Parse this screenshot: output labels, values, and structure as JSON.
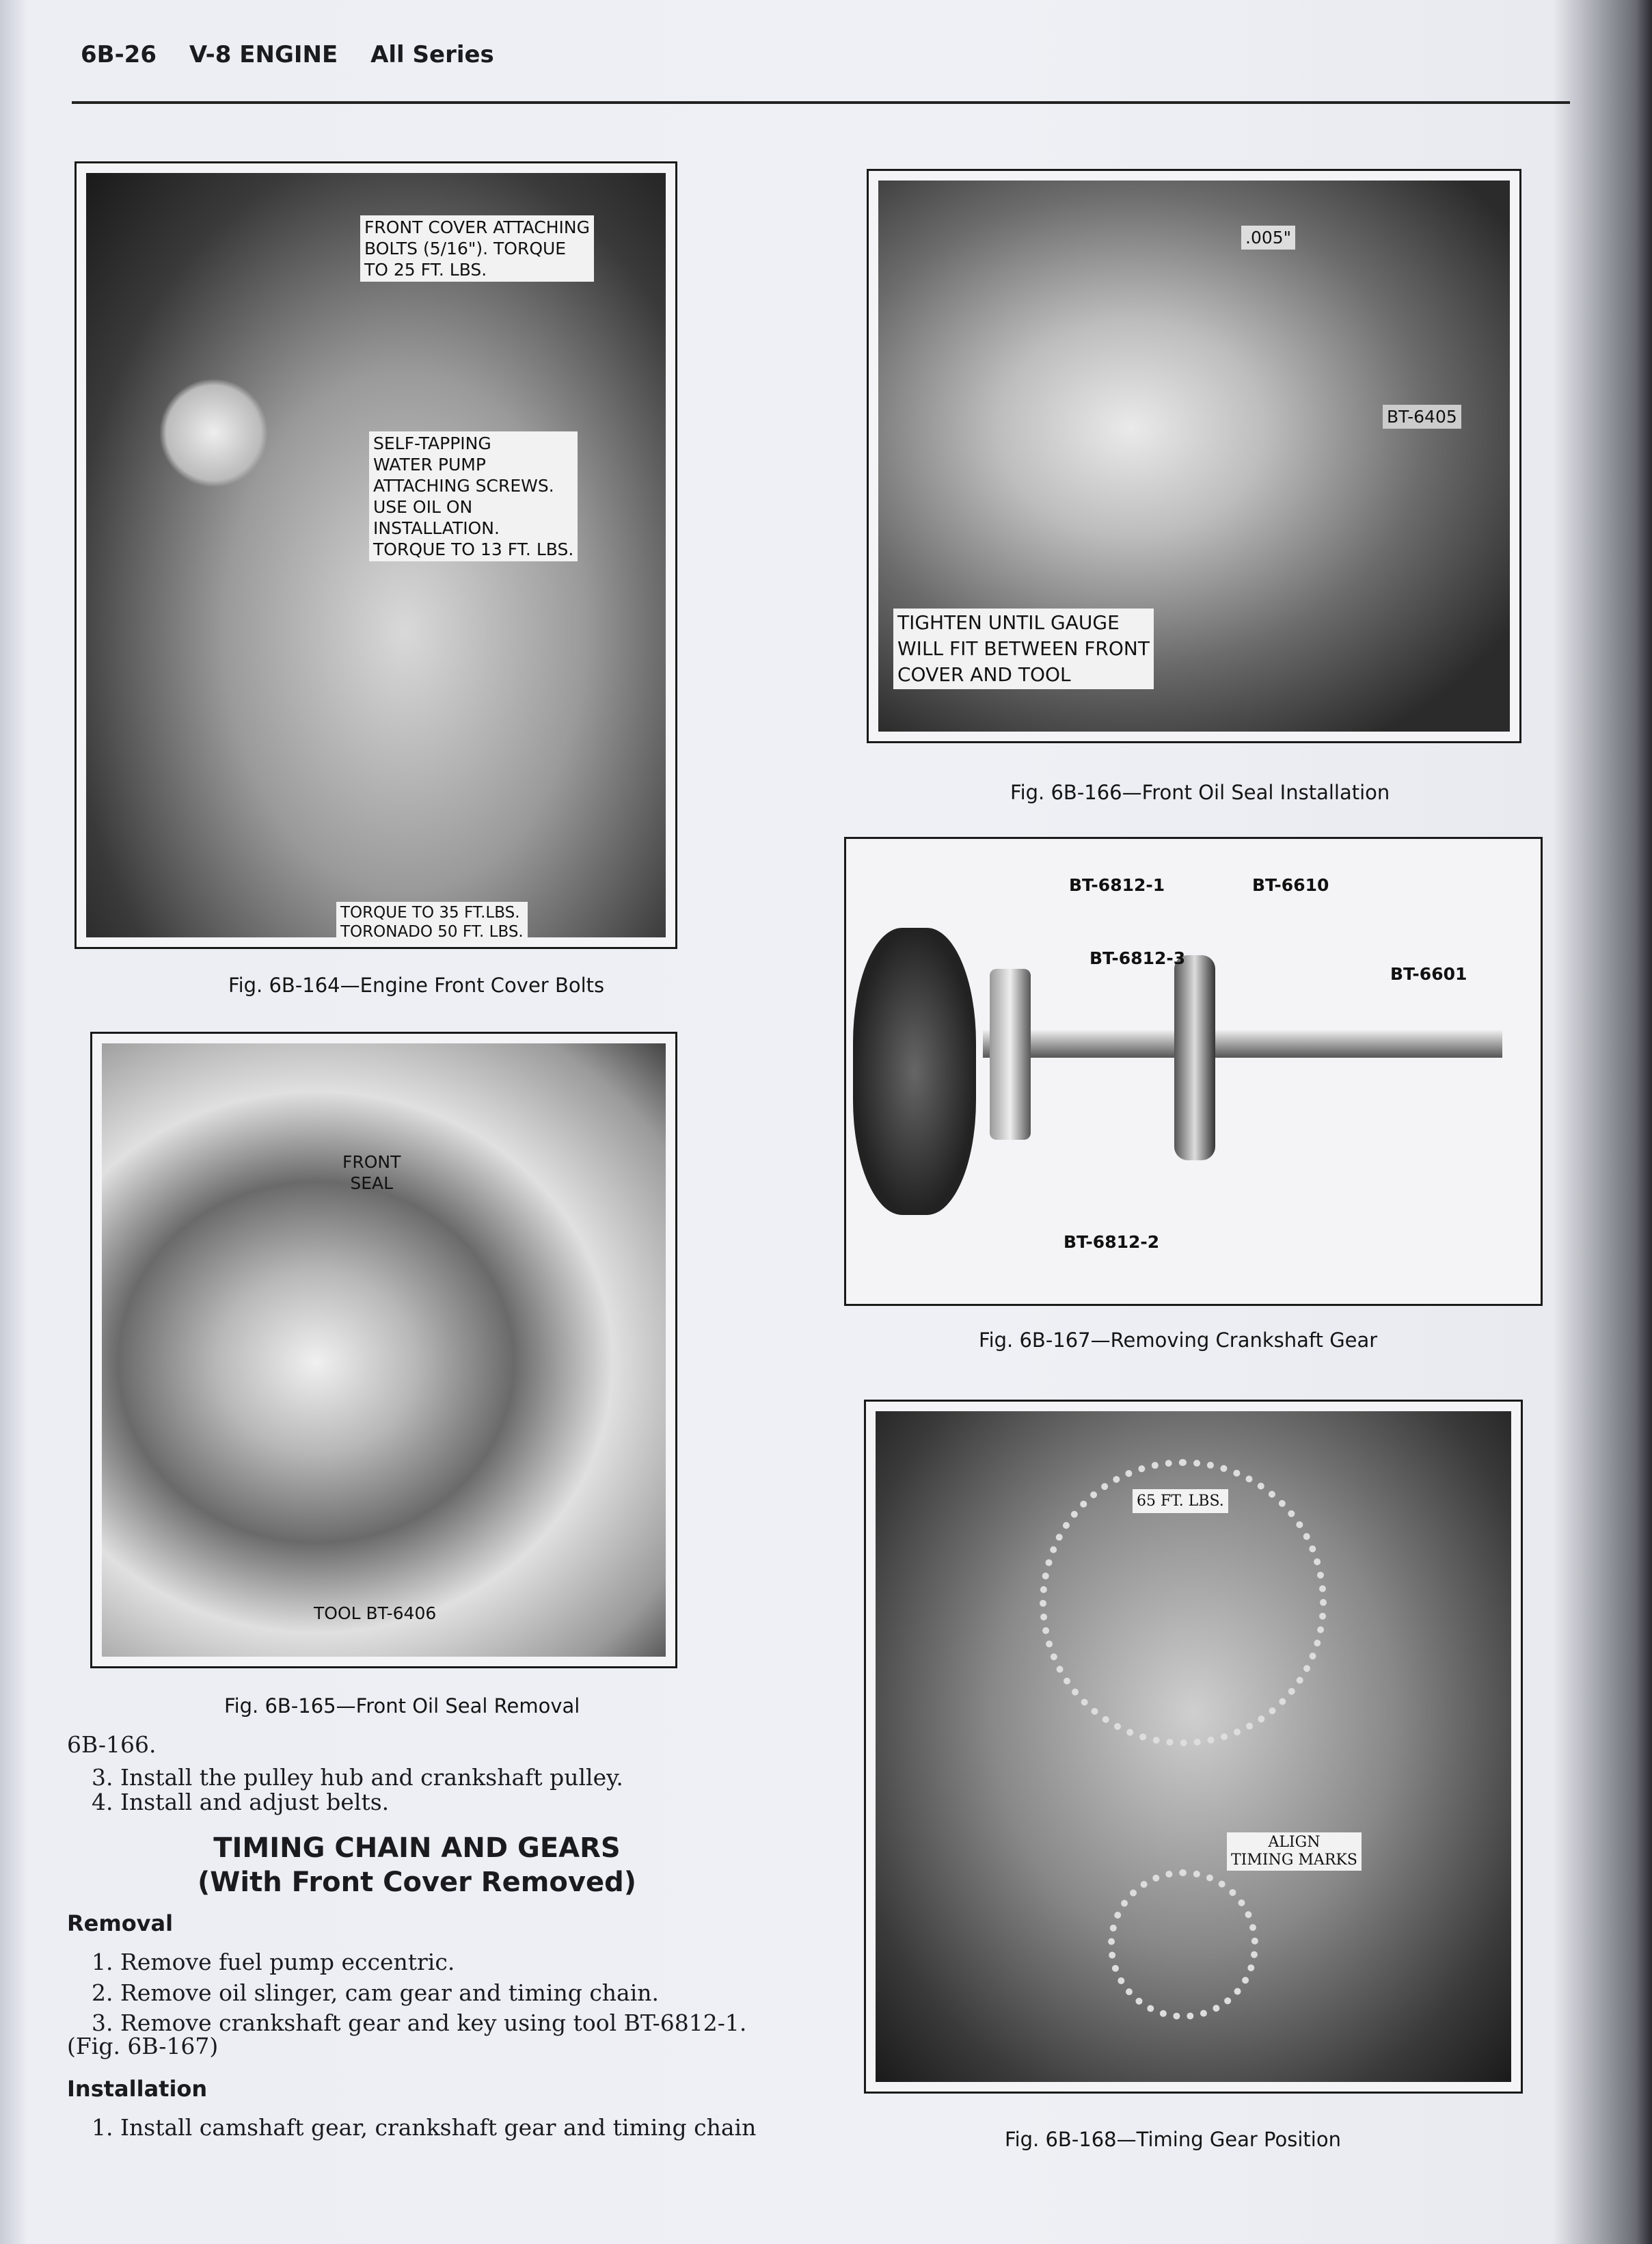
{
  "header": {
    "page_number": "6B-26",
    "section": "V-8 ENGINE",
    "series": "All Series"
  },
  "figures": {
    "fig164": {
      "caption": "Fig. 6B-164—Engine Front Cover Bolts",
      "callouts": [
        "FRONT COVER ATTACHING\nBOLTS (5/16\"). TORQUE\nTO 25 FT. LBS.",
        "SELF-TAPPING\nWATER PUMP\nATTACHING SCREWS.\nUSE OIL ON\nINSTALLATION.\nTORQUE TO 13 FT. LBS.",
        "TORQUE TO 35 FT.LBS.\nTORONADO 50 FT. LBS."
      ]
    },
    "fig165": {
      "caption": "Fig. 6B-165—Front Oil Seal Removal",
      "callouts": [
        "FRONT\nSEAL",
        "TOOL BT-6406"
      ]
    },
    "fig166": {
      "caption": "Fig. 6B-166—Front Oil Seal Installation",
      "callouts": [
        ".005\"",
        "BT-6405",
        "TIGHTEN UNTIL GAUGE\nWILL FIT BETWEEN FRONT\nCOVER AND TOOL"
      ]
    },
    "fig167": {
      "caption": "Fig. 6B-167—Removing Crankshaft Gear",
      "callouts": [
        "BT-6812-1",
        "BT-6610",
        "BT-6812-3",
        "BT-6601",
        "BT-6812-2"
      ]
    },
    "fig168": {
      "caption": "Fig. 6B-168—Timing Gear Position",
      "callouts": [
        "65 FT. LBS.",
        "ALIGN\nTIMING MARKS"
      ]
    }
  },
  "text": {
    "continued": "6B-166.",
    "steps_prev": [
      "3. Install the pulley hub and crankshaft pulley.",
      "4. Install and adjust belts."
    ],
    "heading": "TIMING CHAIN AND GEARS",
    "subheading": "(With Front Cover Removed)",
    "removal": {
      "title": "Removal",
      "steps": [
        "1. Remove fuel pump eccentric.",
        "2. Remove oil slinger, cam gear and timing chain.",
        "3. Remove crankshaft gear and key using tool BT-6812-1."
      ],
      "fig_ref": "(Fig. 6B-167)"
    },
    "installation": {
      "title": "Installation",
      "steps": [
        "1. Install camshaft gear, crankshaft gear and timing chain"
      ]
    }
  }
}
